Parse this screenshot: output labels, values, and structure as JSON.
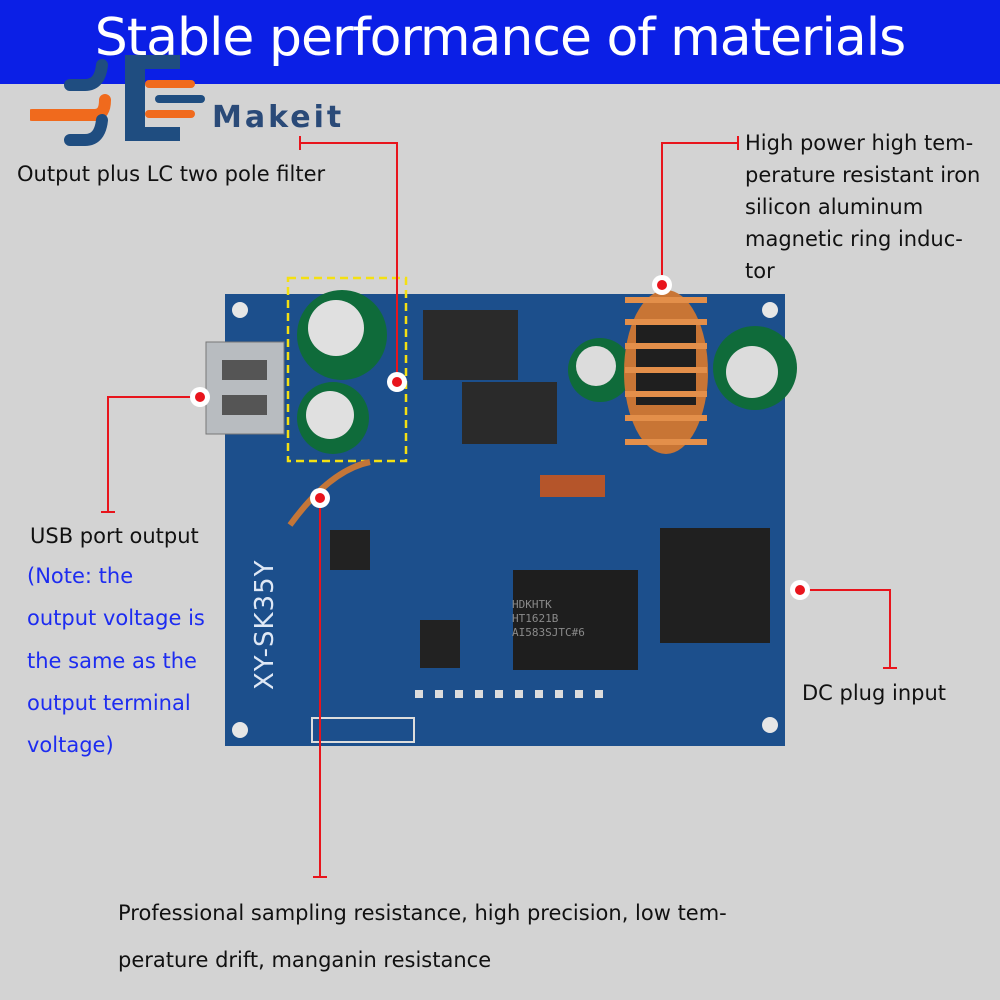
{
  "header": {
    "title": "Stable performance of materials"
  },
  "logo": {
    "text": "Makeit"
  },
  "board": {
    "silkscreen": "XY-SK35Y",
    "chip_lines": [
      "HDKHTK",
      "HT1621B",
      "AI583SJTC#6"
    ]
  },
  "annotations": {
    "filter": "Output plus LC two pole filter",
    "inductor": [
      "High power high tem-",
      "perature resistant iron",
      "silicon aluminum",
      "magnetic ring induc-",
      "tor"
    ],
    "usb": "USB port output",
    "usb_note": [
      "(Note: the",
      "output voltage is",
      "the same as the",
      "output terminal",
      "voltage)"
    ],
    "dc": "DC plug input",
    "resistor": [
      "Professional sampling resistance, high precision, low tem-",
      "perature drift, manganin resistance"
    ]
  },
  "colors": {
    "header": "#0b1fe6",
    "board": "#1c4f8c",
    "annotation_line": "#e8141c",
    "note_text": "#1d2cf0"
  }
}
